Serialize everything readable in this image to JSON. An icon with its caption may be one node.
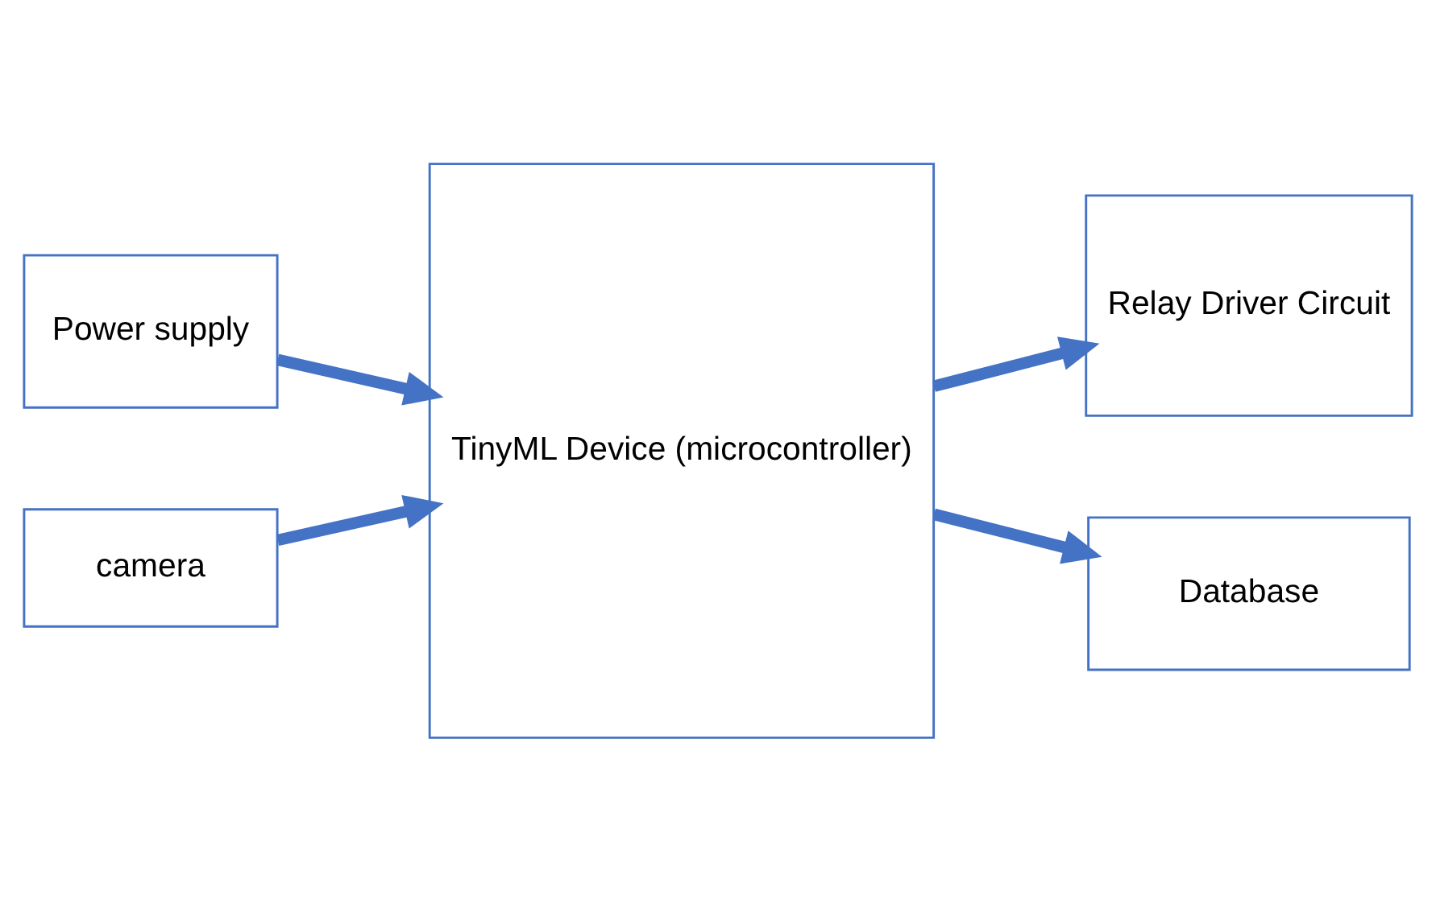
{
  "diagram": {
    "nodes": [
      {
        "text": [
          "Power supply"
        ]
      },
      {
        "text": [
          "camera"
        ]
      },
      {
        "text": [
          "TinyML Device (microcontroller)"
        ]
      },
      {
        "text": [
          "Relay Driver Circuit"
        ]
      },
      {
        "text": [
          "Database"
        ]
      }
    ],
    "edges": [
      {
        "from": 0,
        "to": 2,
        "arrow": "to"
      },
      {
        "from": 1,
        "to": 2,
        "arrow": "to"
      },
      {
        "from": 2,
        "to": 3,
        "arrow": "to"
      },
      {
        "from": 2,
        "to": 4,
        "arrow": "to"
      }
    ]
  }
}
